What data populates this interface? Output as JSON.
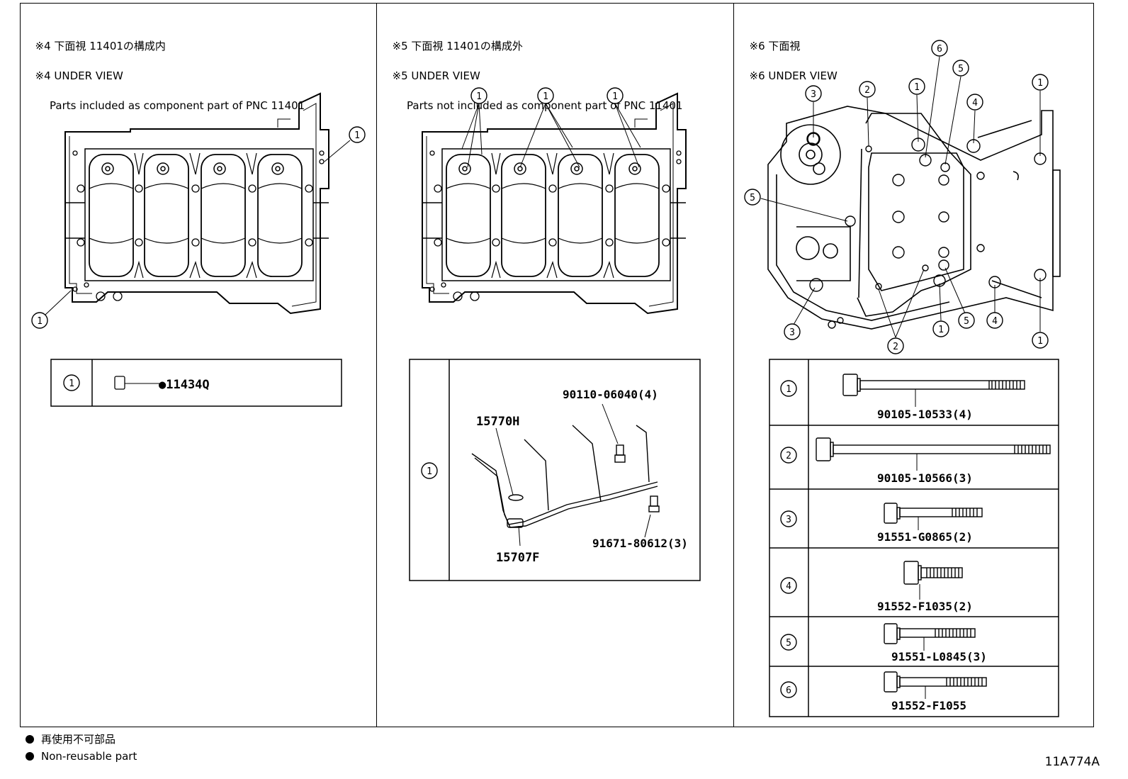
{
  "panels": [
    {
      "title_jp": "※4 下面視 11401の構成内",
      "title_en": "※4 UNDER VIEW",
      "subtitle": "Parts included as component part of PNC 11401",
      "callouts": [
        "1",
        "1"
      ],
      "table": [
        {
          "ref": "1",
          "part": "●11434Q"
        }
      ]
    },
    {
      "title_jp": "※5 下面視 11401の構成外",
      "title_en": "※5 UNDER VIEW",
      "subtitle": "Parts not included as component part of PNC 11401",
      "callouts": [
        "1",
        "1",
        "1"
      ],
      "table": [
        {
          "ref": "1",
          "parts": [
            "15770H",
            "90110-06040(4)",
            "91671-80612(3)",
            "15707F"
          ]
        }
      ]
    },
    {
      "title_jp": "※6 下面視",
      "title_en": "※6 UNDER VIEW",
      "callouts": {
        "c1_top_a": "1",
        "c1_top_b": "1",
        "c1_bot_a": "1",
        "c1_bot_b": "1",
        "c2_top": "2",
        "c2_bot": "2",
        "c3_top": "3",
        "c3_bot": "3",
        "c4_top": "4",
        "c4_bot": "4",
        "c5_top": "5",
        "c5_left": "5",
        "c5_bot": "5",
        "c6_top": "6"
      },
      "table": [
        {
          "ref": "1",
          "part": "90105-10533(4)"
        },
        {
          "ref": "2",
          "part": "90105-10566(3)"
        },
        {
          "ref": "3",
          "part": "91551-G0865(2)"
        },
        {
          "ref": "4",
          "part": "91552-F1035(2)"
        },
        {
          "ref": "5",
          "part": "91551-L0845(3)"
        },
        {
          "ref": "6",
          "part": "91552-F1055"
        }
      ]
    }
  ],
  "legend": {
    "jp": "再使用不可部品",
    "en": "Non-reusable part"
  },
  "figure_code": "11A774A"
}
